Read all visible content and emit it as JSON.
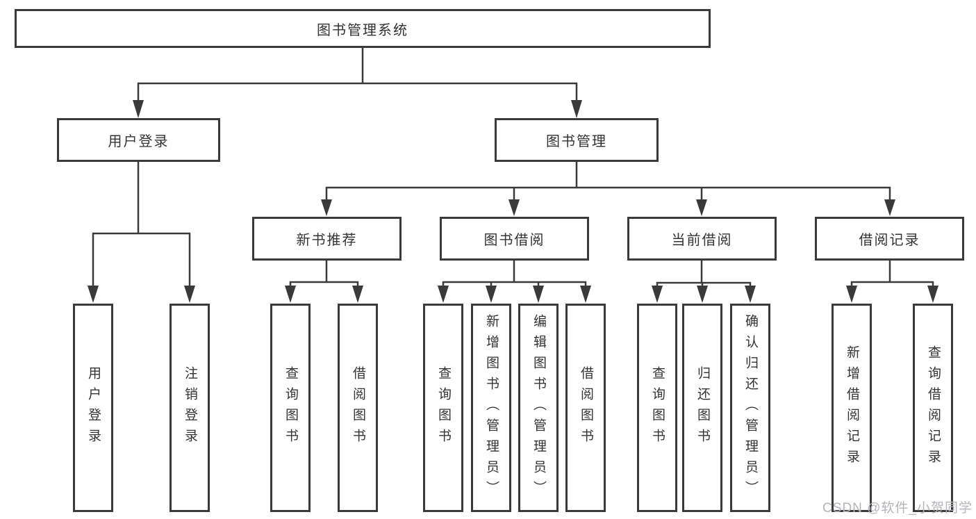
{
  "colors": {
    "line": "#3a3a3a",
    "text": "#333333",
    "box_bg": "#ffffff",
    "watermark": "#b5b4ba"
  },
  "diagram": {
    "root": {
      "label": "图书管理系统"
    },
    "level2": [
      {
        "label": "用户登录"
      },
      {
        "label": "图书管理"
      }
    ],
    "level3": [
      {
        "label": "新书推荐"
      },
      {
        "label": "图书借阅"
      },
      {
        "label": "当前借阅"
      },
      {
        "label": "借阅记录"
      }
    ],
    "level4": [
      {
        "label": "用户登录"
      },
      {
        "label": "注销登录"
      },
      {
        "label": "查询图书"
      },
      {
        "label": "借阅图书"
      },
      {
        "label": "查询图书"
      },
      {
        "label": "新增图书（管理员）"
      },
      {
        "label": "编辑图书（管理员）"
      },
      {
        "label": "借阅图书"
      },
      {
        "label": "查询图书"
      },
      {
        "label": "归还图书"
      },
      {
        "label": "确认归还（管理员）"
      },
      {
        "label": "新增借阅记录"
      },
      {
        "label": "查询借阅记录"
      }
    ]
  },
  "watermark": {
    "text": "CSDN @软件_小贺同学"
  }
}
